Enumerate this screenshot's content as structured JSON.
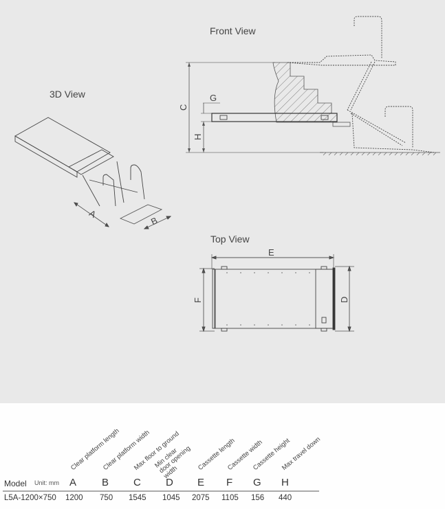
{
  "views": {
    "front_view": {
      "title": "Front View",
      "labels": {
        "C": "C",
        "G": "G",
        "H": "H"
      }
    },
    "three_d_view": {
      "title": "3D View",
      "labels": {
        "A": "A",
        "B": "B"
      }
    },
    "top_view": {
      "title": "Top View",
      "labels": {
        "E": "E",
        "F": "F",
        "D": "D"
      }
    }
  },
  "table": {
    "model_header": "Model",
    "unit": "Unit: mm",
    "columns": [
      {
        "letter": "A",
        "description": "Clear platform length"
      },
      {
        "letter": "B",
        "description": "Clear platform width"
      },
      {
        "letter": "C",
        "description": "Max floor to ground"
      },
      {
        "letter": "D",
        "description": "Min clear door opening width"
      },
      {
        "letter": "E",
        "description": "Cassette length"
      },
      {
        "letter": "F",
        "description": "Cassette width"
      },
      {
        "letter": "G",
        "description": "Cassette height"
      },
      {
        "letter": "H",
        "description": "Max travel down"
      }
    ],
    "rows": [
      {
        "model": "L5A-1200×750",
        "values": [
          "1200",
          "750",
          "1545",
          "1045",
          "2075",
          "1105",
          "156",
          "440"
        ]
      }
    ]
  },
  "colors": {
    "drawing_bg": "#e9e9e9",
    "page_bg": "#fefefe",
    "line": "#555555"
  }
}
